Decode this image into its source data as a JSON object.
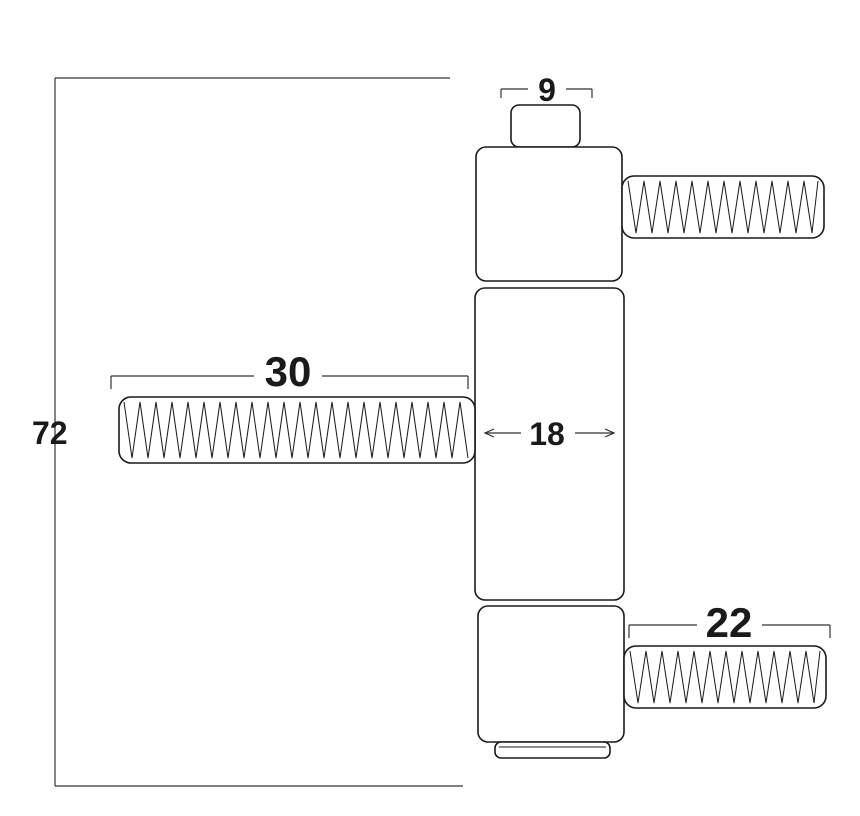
{
  "dimensions": {
    "total_height": "72",
    "long_pin_length": "30",
    "short_pin_length": "22",
    "body_width": "18",
    "top_cap_width": "9"
  },
  "colors": {
    "stroke": "#1a1a1a",
    "fill": "#ffffff",
    "dimension_line": "#333333"
  }
}
